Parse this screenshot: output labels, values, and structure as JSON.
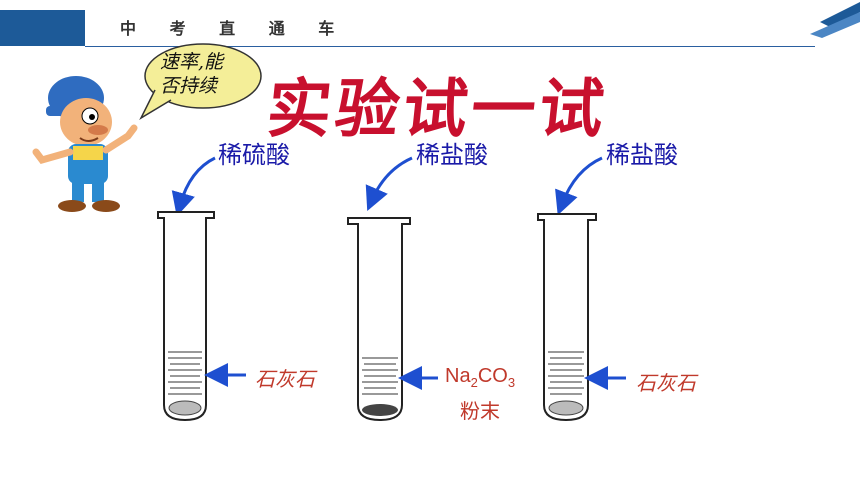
{
  "header": {
    "title": "中 考 直 通 车"
  },
  "bubble": {
    "line1": "速率,能",
    "line2": "否持续"
  },
  "slide_title": "实验试一试",
  "acids": {
    "left": "稀硫酸",
    "middle": "稀盐酸",
    "right": "稀盐酸"
  },
  "reagents": {
    "left": "石灰石",
    "middle_formula_main": "Na",
    "middle_formula_sub1": "2",
    "middle_formula_mid": "CO",
    "middle_formula_sub2": "3",
    "middle_powder": "粉末",
    "right": "石灰石"
  }
}
